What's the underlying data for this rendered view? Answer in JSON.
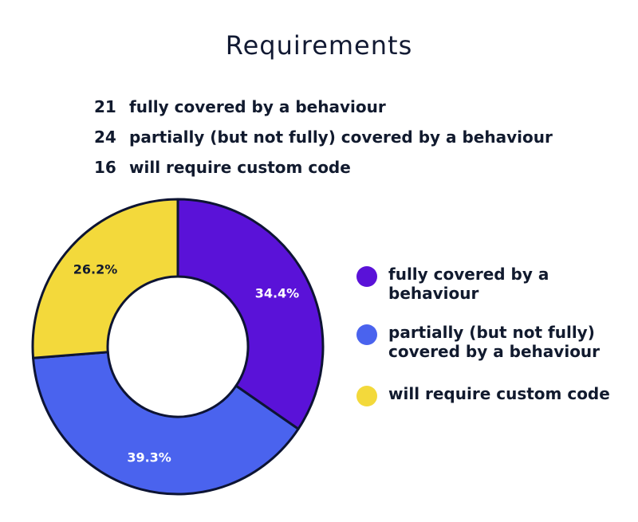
{
  "chart_data": {
    "type": "pie",
    "title": "Requirements",
    "summary": [
      {
        "count": "21",
        "label": "fully covered by a behaviour"
      },
      {
        "count": "24",
        "label": "partially (but not fully) covered by a behaviour"
      },
      {
        "count": "16",
        "label": "will require custom code"
      }
    ],
    "categories": [
      "fully covered by a behaviour",
      "partially (but not fully) covered by a behaviour",
      "will require custom code"
    ],
    "values": [
      21,
      24,
      16
    ],
    "data_labels": [
      "34.4%",
      "39.3%",
      "26.2%"
    ],
    "colors": [
      "#5a12d8",
      "#4a63ee",
      "#f3d93b"
    ],
    "label_colors": [
      "#ffffff",
      "#ffffff",
      "#111a2e"
    ],
    "legend": {
      "placement": "right"
    }
  }
}
